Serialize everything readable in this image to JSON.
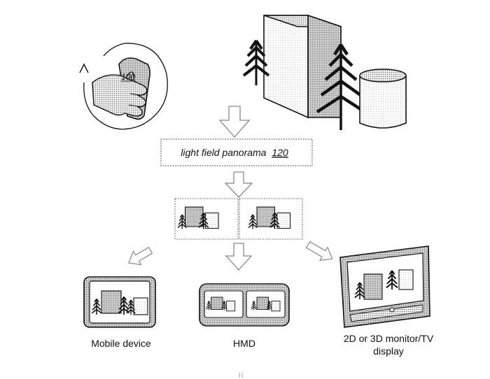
{
  "device_ref": "100",
  "panorama": {
    "text": "light field panorama",
    "ref": "120"
  },
  "outputs": {
    "mobile": "Mobile device",
    "hmd": "HMD",
    "tv_line1": "2D or 3D monitor/TV",
    "tv_line2": "display"
  },
  "colors": {
    "stroke": "#111111",
    "stipple": "#c4c4c4",
    "stipple_dark": "#9a9a9a"
  },
  "icons": [
    "hand-held-device-icon",
    "rotation-arrow-icon",
    "tree-icon",
    "cube-icon",
    "cylinder-icon",
    "hollow-arrow-icon"
  ]
}
